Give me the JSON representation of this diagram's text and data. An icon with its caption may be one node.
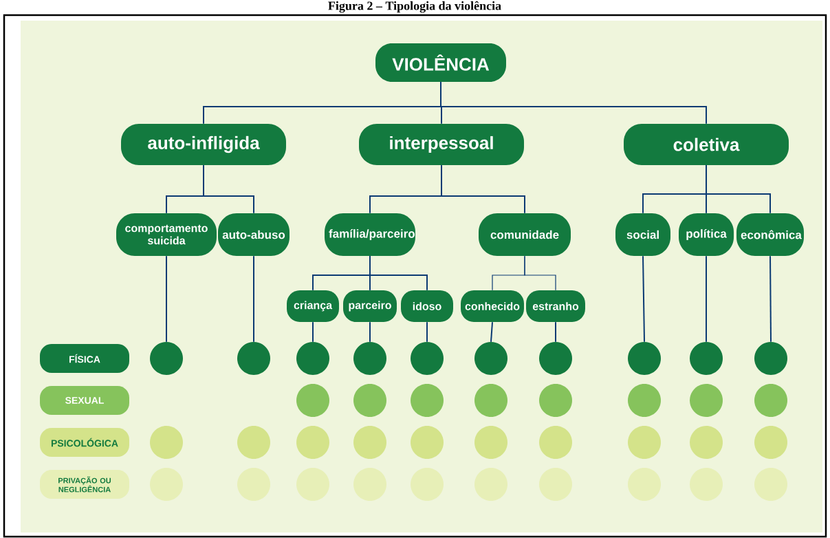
{
  "diagram": {
    "title": "Figura 2 – Tipologia da violência",
    "nodes": [
      {
        "text": [
          "VIOLÊNCIA"
        ]
      },
      {
        "text": [
          "auto-infligida"
        ]
      },
      {
        "text": [
          "interpessoal"
        ]
      },
      {
        "text": [
          "coletiva"
        ]
      },
      {
        "text": [
          "comportamento suicida"
        ]
      },
      {
        "text": [
          "auto-abuso"
        ]
      },
      {
        "text": [
          "família/parceiro"
        ]
      },
      {
        "text": [
          "comunidade"
        ]
      },
      {
        "text": [
          "social"
        ]
      },
      {
        "text": [
          "política"
        ]
      },
      {
        "text": [
          "econômica"
        ]
      },
      {
        "text": [
          "criança"
        ]
      },
      {
        "text": [
          "parceiro"
        ]
      },
      {
        "text": [
          "idoso"
        ]
      },
      {
        "text": [
          "conhecido"
        ]
      },
      {
        "text": [
          "estranho"
        ]
      },
      {
        "text": [
          "FÍSICA"
        ]
      },
      {
        "text": [
          "SEXUAL"
        ]
      },
      {
        "text": [
          "PSICOLÓGICA"
        ]
      },
      {
        "text": [
          "PRIVAÇÃO OU NEGLIGÊNCIA"
        ]
      },
      {
        "text": [],
        "shape": "circle"
      },
      {
        "text": [],
        "shape": "circle"
      },
      {
        "text": [],
        "shape": "circle"
      },
      {
        "text": [],
        "shape": "circle"
      },
      {
        "text": [],
        "shape": "circle"
      },
      {
        "text": [],
        "shape": "circle"
      },
      {
        "text": [],
        "shape": "circle"
      },
      {
        "text": [],
        "shape": "circle"
      },
      {
        "text": [],
        "shape": "circle"
      },
      {
        "text": [],
        "shape": "circle"
      },
      {
        "text": [],
        "shape": "circle"
      },
      {
        "text": [],
        "shape": "circle"
      },
      {
        "text": [],
        "shape": "circle"
      },
      {
        "text": [],
        "shape": "circle"
      },
      {
        "text": [],
        "shape": "circle"
      },
      {
        "text": [],
        "shape": "circle"
      },
      {
        "text": [],
        "shape": "circle"
      },
      {
        "text": [],
        "shape": "circle"
      },
      {
        "text": [],
        "shape": "circle"
      },
      {
        "text": [],
        "shape": "circle"
      },
      {
        "text": [],
        "shape": "circle"
      },
      {
        "text": [],
        "shape": "circle"
      },
      {
        "text": [],
        "shape": "circle"
      },
      {
        "text": [],
        "shape": "circle"
      },
      {
        "text": [],
        "shape": "circle"
      },
      {
        "text": [],
        "shape": "circle"
      },
      {
        "text": [],
        "shape": "circle"
      },
      {
        "text": [],
        "shape": "circle"
      },
      {
        "text": [],
        "shape": "circle"
      },
      {
        "text": [],
        "shape": "circle"
      },
      {
        "text": [],
        "shape": "circle"
      },
      {
        "text": [],
        "shape": "circle"
      },
      {
        "text": [],
        "shape": "circle"
      },
      {
        "text": [],
        "shape": "circle"
      },
      {
        "text": [],
        "shape": "circle"
      },
      {
        "text": [],
        "shape": "circle"
      },
      {
        "text": [],
        "shape": "circle"
      },
      {
        "text": [],
        "shape": "circle"
      }
    ],
    "edges": [
      {
        "from": 0,
        "to": 1,
        "arrow": "none"
      },
      {
        "from": 0,
        "to": 2,
        "arrow": "none"
      },
      {
        "from": 0,
        "to": 3,
        "arrow": "none"
      },
      {
        "from": 1,
        "to": 4,
        "arrow": "none"
      },
      {
        "from": 1,
        "to": 5,
        "arrow": "none"
      },
      {
        "from": 2,
        "to": 6,
        "arrow": "none"
      },
      {
        "from": 2,
        "to": 7,
        "arrow": "none"
      },
      {
        "from": 3,
        "to": 8,
        "arrow": "none"
      },
      {
        "from": 3,
        "to": 9,
        "arrow": "none"
      },
      {
        "from": 3,
        "to": 10,
        "arrow": "none"
      },
      {
        "from": 6,
        "to": 11,
        "arrow": "none"
      },
      {
        "from": 6,
        "to": 12,
        "arrow": "none"
      },
      {
        "from": 6,
        "to": 13,
        "arrow": "none"
      },
      {
        "from": 7,
        "to": 14,
        "arrow": "none"
      },
      {
        "from": 7,
        "to": 15,
        "arrow": "none"
      },
      {
        "from": 4,
        "to": 20,
        "arrow": "none"
      },
      {
        "from": 5,
        "to": 21,
        "arrow": "none"
      },
      {
        "from": 11,
        "to": 22,
        "arrow": "none"
      },
      {
        "from": 12,
        "to": 23,
        "arrow": "none"
      },
      {
        "from": 13,
        "to": 24,
        "arrow": "none"
      },
      {
        "from": 14,
        "to": 25,
        "arrow": "none"
      },
      {
        "from": 15,
        "to": 26,
        "arrow": "none"
      },
      {
        "from": 8,
        "to": 27,
        "arrow": "none"
      },
      {
        "from": 9,
        "to": 28,
        "arrow": "none"
      },
      {
        "from": 10,
        "to": 29,
        "arrow": "none"
      }
    ]
  }
}
